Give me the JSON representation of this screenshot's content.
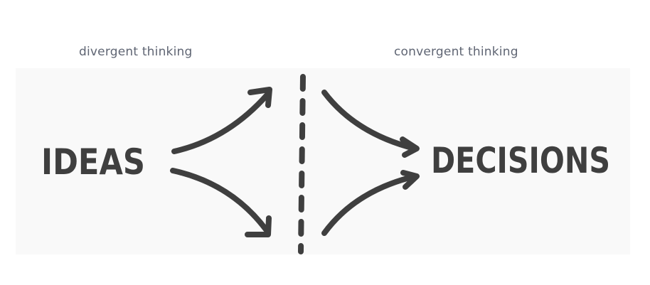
{
  "captions": {
    "left": "divergent thinking",
    "right": "convergent thinking"
  },
  "words": {
    "start": "IDEAS",
    "end": "DECISIONS"
  },
  "colors": {
    "ink": "#3f3f3f",
    "caption": "#5f6573",
    "panel": "#f9f9f9"
  }
}
